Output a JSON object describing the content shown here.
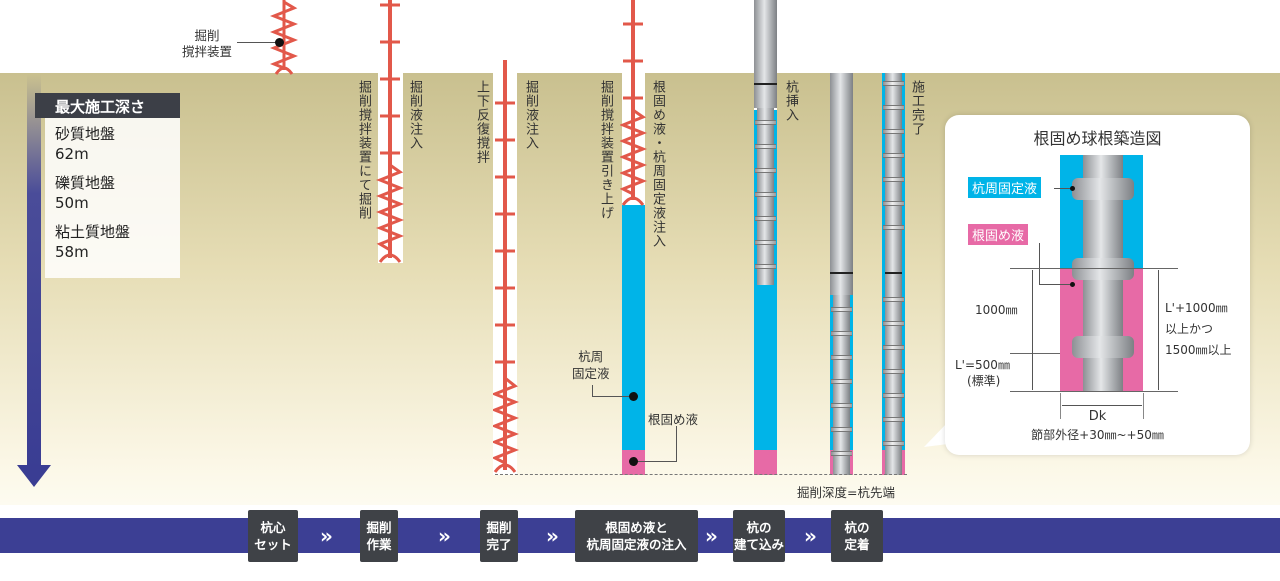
{
  "annotations": {
    "auger_device": [
      "掘削",
      "撹拌装置"
    ],
    "step1_label": "掘削撹拌装置にて掘削",
    "step2_label": "掘削液注入",
    "step3_label": "上下反復撹拌",
    "step4_label": "掘削液注入",
    "step5_label": "掘削撹拌装置引き上げ",
    "step6_label": "根固め液・杭周固定液注入",
    "step7_label": "杭挿入",
    "step8_label": "施工完了",
    "pile_fixing_liquid": [
      "杭周",
      "固定液"
    ],
    "root_liquid": "根固め液",
    "depth_note": "掘削深度=杭先端"
  },
  "max_depth": {
    "title": "最大施工深さ",
    "items": [
      {
        "soil": "砂質地盤",
        "depth": "62m"
      },
      {
        "soil": "礫質地盤",
        "depth": "50m"
      },
      {
        "soil": "粘土質地盤",
        "depth": "58m"
      }
    ]
  },
  "detail": {
    "title": "根固め球根築造図",
    "tag_pile": "杭周固定液",
    "tag_root": "根固め液",
    "dim_1000": "1000㎜",
    "dim_L": "L'=500㎜",
    "dim_L_note": "(標準)",
    "dim_right": [
      "L'+1000㎜",
      "以上かつ",
      "1500㎜以上"
    ],
    "dk": "Dk",
    "dk_note": "節部外径+30㎜~+50㎜"
  },
  "process_steps": [
    [
      "杭心",
      "セット"
    ],
    [
      "掘削",
      "作業"
    ],
    [
      "掘削",
      "完了"
    ],
    [
      "根固め液と",
      "杭周固定液の注入"
    ],
    [
      "杭の",
      "建て込み"
    ],
    [
      "杭の",
      "定着"
    ]
  ],
  "chevron": "»",
  "colors": {
    "band": "#3c3f94",
    "blue": "#00b4e8",
    "pink": "#e76aa6",
    "auger": "#e2584a"
  }
}
